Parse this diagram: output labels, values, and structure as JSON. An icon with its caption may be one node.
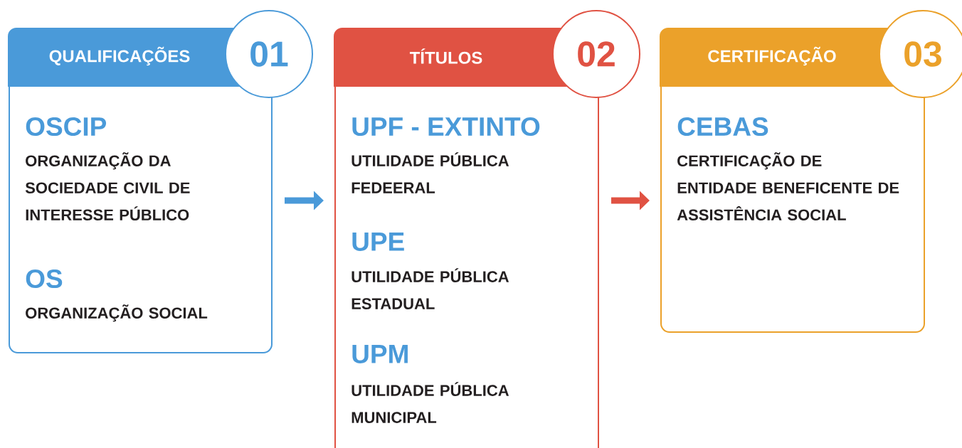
{
  "diagram": {
    "nodes": [
      {
        "text": [
          "QUALIFICAÇÕES",
          "OSCIP",
          "ORGANIZAÇÃO DA SOCIEDADE CIVIL DE INTERESSE PÚBLICO",
          "OS",
          "ORGANIZAÇÃO SOCIAL"
        ]
      },
      {
        "text": [
          "01"
        ]
      },
      {
        "text": [
          "TÍTULOS",
          "UPF - EXTINTO",
          "UTILIDADE PÚBLICA FEDEERAL",
          "UPE",
          "UTILIDADE PÚBLICA ESTADUAL",
          "UPM",
          "UTILIDADE PÚBLICA MUNICIPAL"
        ]
      },
      {
        "text": [
          "02"
        ]
      },
      {
        "text": [
          "CERTIFICAÇÃO",
          "CEBAS",
          "CERTIFICAÇÃO DE ENTIDADE BENEFICENTE DE ASSISTÊNCIA SOCIAL"
        ]
      },
      {
        "text": [
          "03"
        ]
      }
    ],
    "edges": [
      {
        "from": 0,
        "to": 2,
        "arrow": "to",
        "color": "#4a9ad9"
      },
      {
        "from": 2,
        "to": 4,
        "arrow": "to",
        "color": "#e05243"
      }
    ]
  }
}
